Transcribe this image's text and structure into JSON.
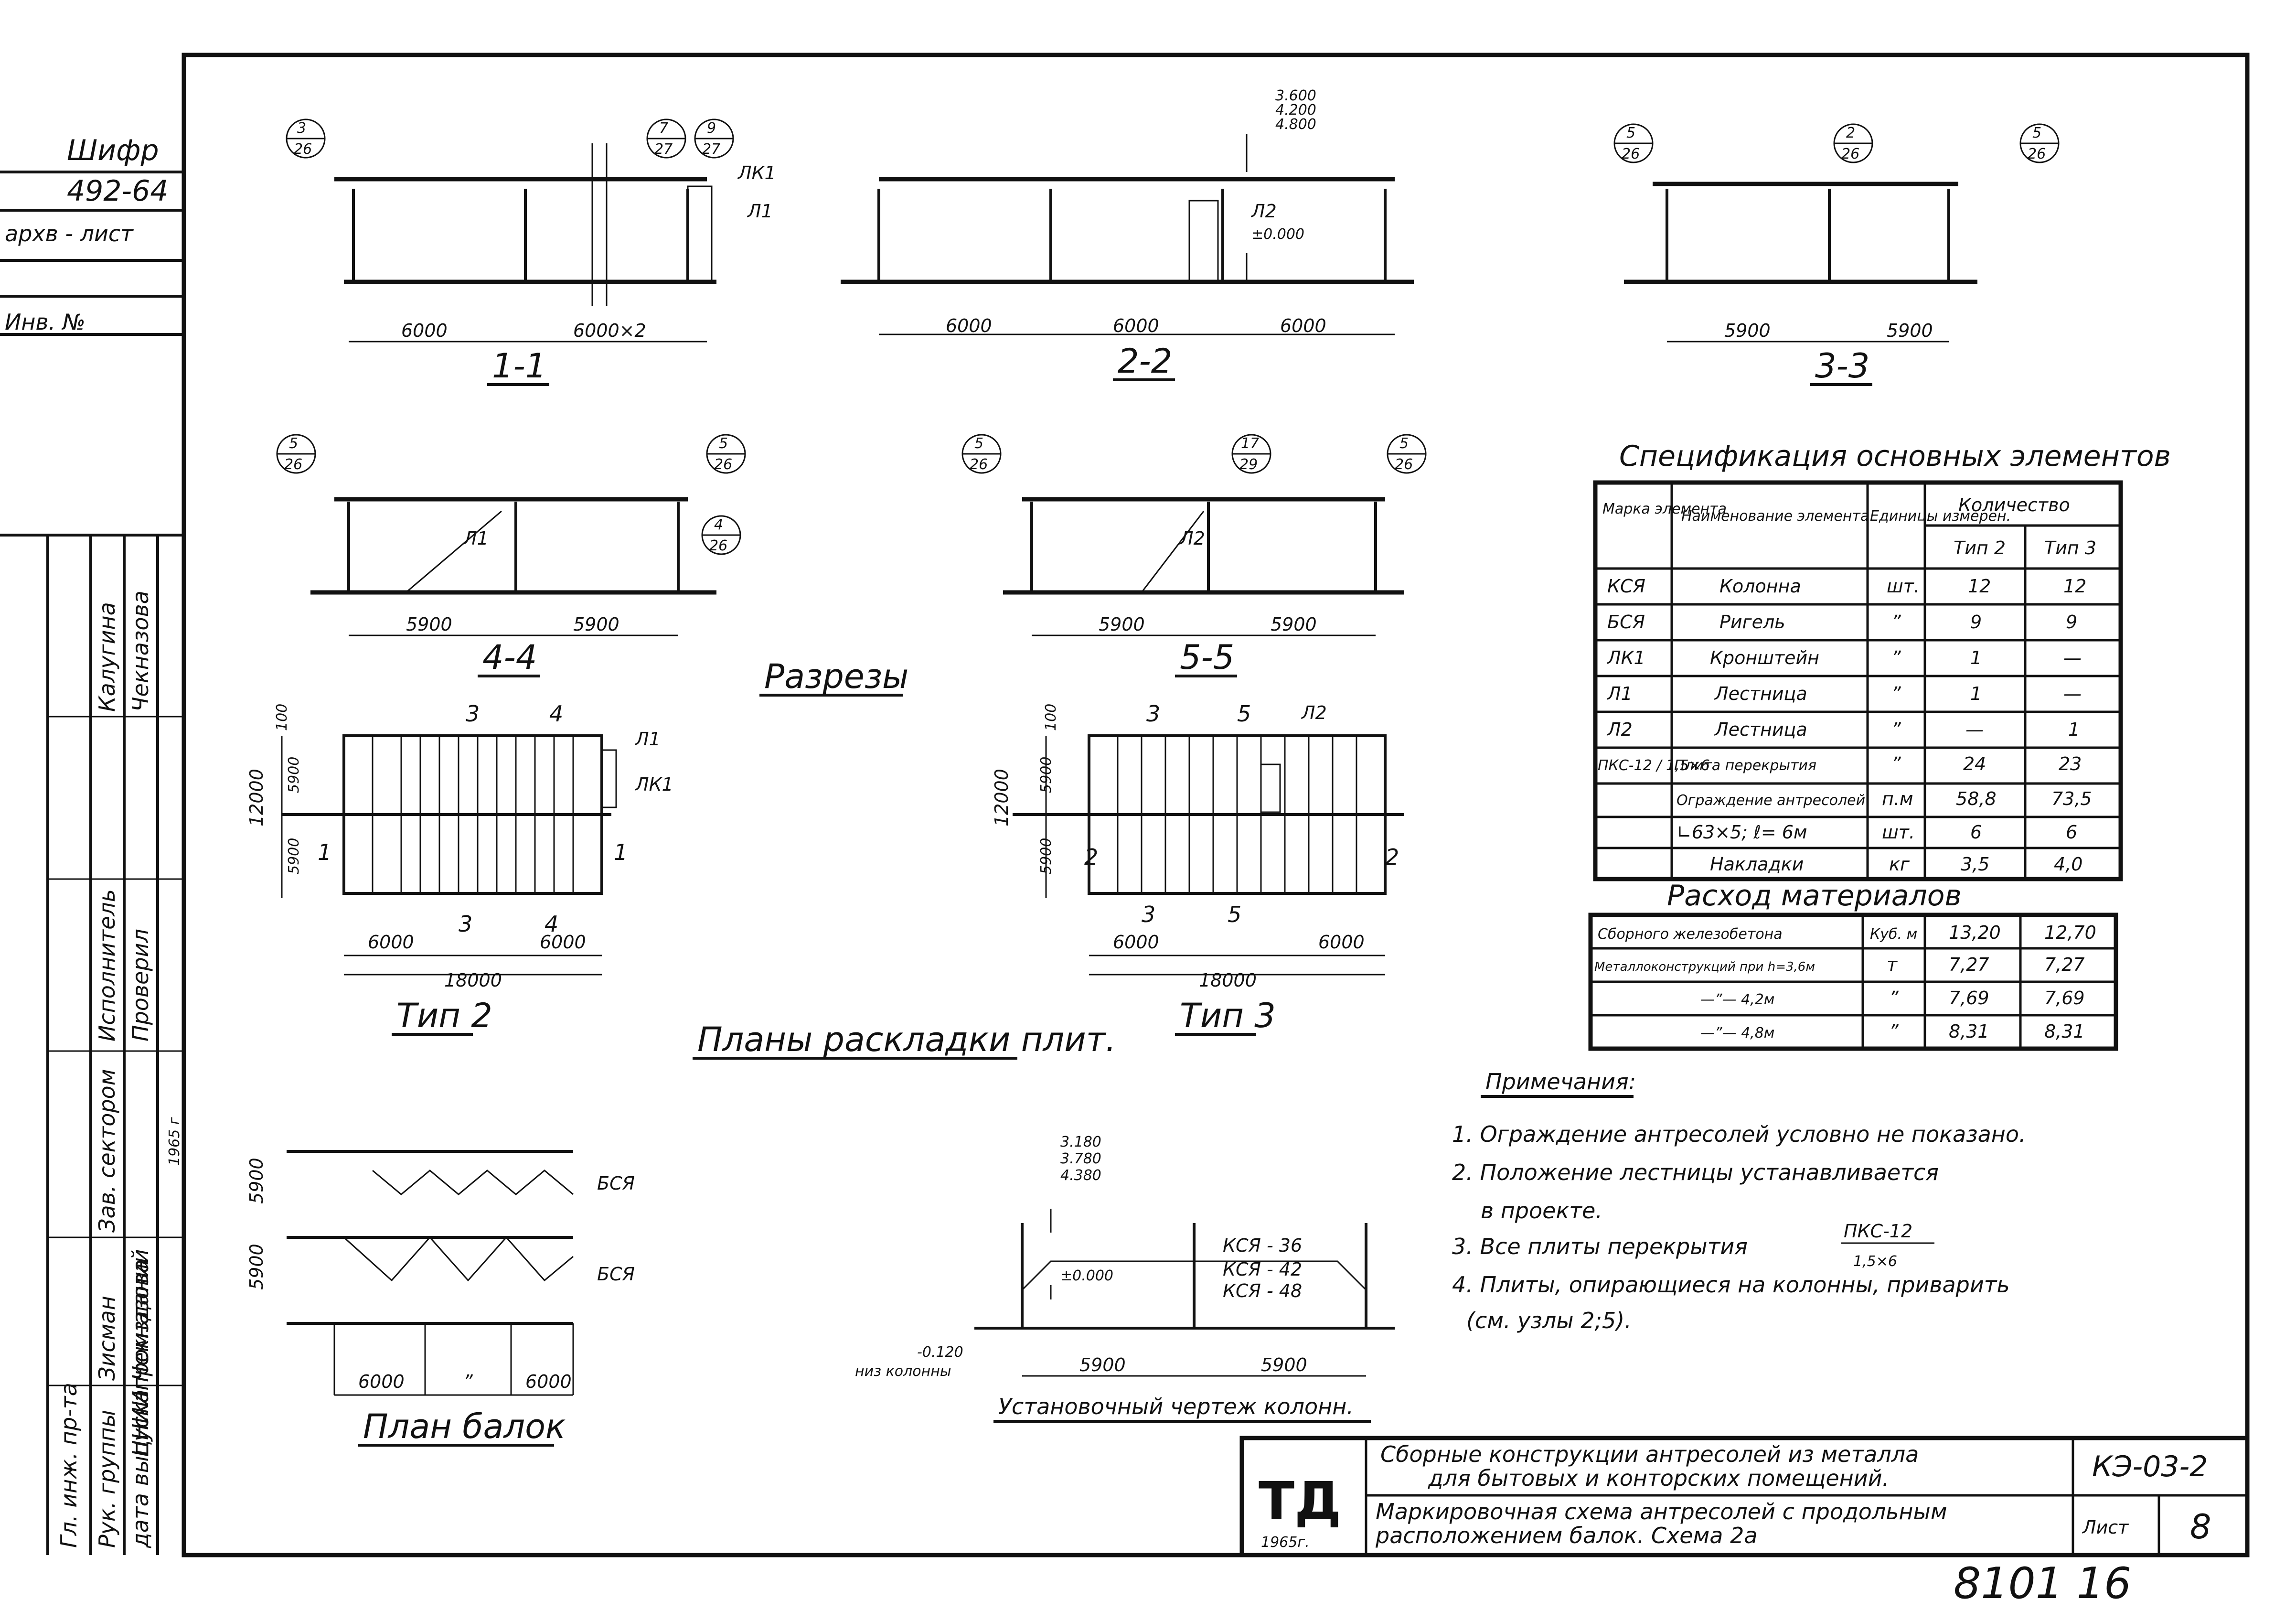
{
  "side": {
    "shifr_label": "Шифр",
    "shifr_value": "492-64",
    "arch_label": "архв - лист",
    "inv_label": "Инв. №",
    "roles": [
      "Исполнитель",
      "Проверил",
      "Зав. сектором",
      "Гл. инж. пр-та",
      "Рук. группы"
    ],
    "names": [
      "Калугина",
      "Чекназова",
      "Зисман",
      "Чекназова"
    ],
    "org": "ЦНИИпромзданий",
    "date_label": "дата выпуска",
    "year": "1965 г"
  },
  "sections": {
    "caption": "Разрезы",
    "s1": {
      "title": "1-1",
      "dims": [
        "6000",
        "6000×2"
      ],
      "marks": [
        "3/26",
        "7/27",
        "9/27"
      ],
      "labels": [
        "ЛК1",
        "Л1"
      ]
    },
    "s2": {
      "title": "2-2",
      "dims": [
        "6000",
        "6000",
        "6000"
      ],
      "levels": [
        "3.600",
        "4.200",
        "4.800"
      ],
      "zero": "±0.000",
      "labels": [
        "Л2"
      ]
    },
    "s3": {
      "title": "3-3",
      "dims": [
        "5900",
        "5900"
      ],
      "marks": [
        "5/26",
        "2/26",
        "5/26"
      ]
    },
    "s4": {
      "title": "4-4",
      "dims": [
        "5900",
        "5900"
      ],
      "marks": [
        "5/26",
        "5/26",
        "4/26"
      ],
      "labels": [
        "Л1"
      ]
    },
    "s5": {
      "title": "5-5",
      "dims": [
        "5900",
        "5900"
      ],
      "marks": [
        "5/26",
        "17/29",
        "5/26"
      ],
      "labels": [
        "Л2"
      ]
    }
  },
  "plans": {
    "caption": "Планы раскладки плит.",
    "t2": {
      "title": "Тип 2",
      "height": "12000",
      "halves": [
        "5900",
        "5900"
      ],
      "edge": "100",
      "widths": [
        "6000",
        "6000"
      ],
      "total": "18000",
      "cuts": [
        "3",
        "4",
        "1"
      ],
      "labels": [
        "Л1",
        "ЛК1"
      ]
    },
    "t3": {
      "title": "Тип 3",
      "height": "12000",
      "halves": [
        "5900",
        "5900"
      ],
      "edge": "100",
      "widths": [
        "6000",
        "6000"
      ],
      "total": "18000",
      "cuts": [
        "3",
        "5",
        "2"
      ],
      "labels": [
        "Л2"
      ]
    }
  },
  "beams": {
    "title": "План балок",
    "dims": [
      "6000",
      "”",
      "6000"
    ],
    "height": [
      "5900",
      "5900"
    ],
    "label": "БСЯ"
  },
  "columns": {
    "title": "Установочный чертеж колонн.",
    "levels": [
      "3.180",
      "3.780",
      "4.380"
    ],
    "zero": "±0.000",
    "bottom": "-0.120",
    "bottom_label": "низ колонны",
    "marks": [
      "КСЯ - 36",
      "КСЯ - 42",
      "КСЯ - 48"
    ],
    "dims": [
      "5900",
      "5900"
    ]
  },
  "spec": {
    "title": "Спецификация основных элементов",
    "headers": [
      "Марка элемента",
      "Наименование элемента",
      "Единицы измерен.",
      "Количество",
      "Тип 2",
      "Тип 3"
    ],
    "rows": [
      [
        "КСЯ",
        "Колонна",
        "шт.",
        "12",
        "12"
      ],
      [
        "БСЯ",
        "Ригель",
        "”",
        "9",
        "9"
      ],
      [
        "ЛК1",
        "Кронштейн",
        "”",
        "1",
        "—"
      ],
      [
        "Л1",
        "Лестница",
        "”",
        "1",
        "—"
      ],
      [
        "Л2",
        "Лестница",
        "”",
        "—",
        "1"
      ],
      [
        "ПКС-12 / 1,5×6",
        "Плита перекрытия",
        "”",
        "24",
        "23"
      ],
      [
        "",
        "Ограждение антресолей",
        "п.м",
        "58,8",
        "73,5"
      ],
      [
        "",
        "∟63×5; ℓ= 6м",
        "шт.",
        "6",
        "6"
      ],
      [
        "",
        "Накладки",
        "кг",
        "3,5",
        "4,0"
      ]
    ]
  },
  "mat": {
    "title": "Расход материалов",
    "rows": [
      [
        "Сборного железобетона",
        "Куб. м",
        "13,20",
        "12,70"
      ],
      [
        "Металлоконструкций при h=3,6м",
        "т",
        "7,27",
        "7,27"
      ],
      [
        "—”— 4,2м",
        "”",
        "7,69",
        "7,69"
      ],
      [
        "—”— 4,8м",
        "”",
        "8,31",
        "8,31"
      ]
    ]
  },
  "notes": {
    "title": "Примечания:",
    "items": [
      "1. Ограждение антресолей условно не показано.",
      "2. Положение лестницы устанавливается",
      "в проекте.",
      "3. Все плиты перекрытия",
      "4. Плиты, опирающиеся на колонны, приварить",
      "(см. узлы 2;5)."
    ],
    "frac_top": "ПКС-12",
    "frac_bot": "1,5×6"
  },
  "stamp": {
    "logo": "ТД",
    "year": "1965г.",
    "title1": "Сборные конструкции антресолей из металла",
    "title2": "для бытовых и конторских помещений.",
    "subtitle1": "Маркировочная схема антресолей с продольным",
    "subtitle2": "расположением балок. Схема 2а",
    "code": "КЭ-03-2",
    "sheet_label": "Лист",
    "sheet_no": "8"
  },
  "archive_no": "8101 16"
}
